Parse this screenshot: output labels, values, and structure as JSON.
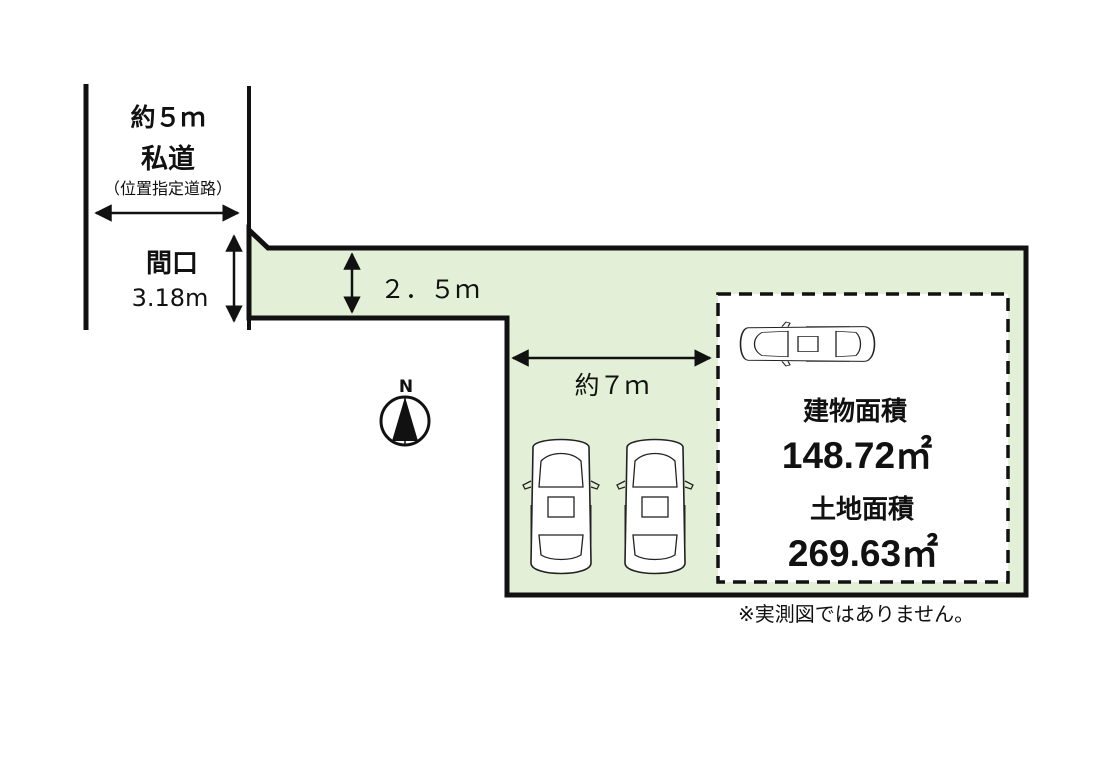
{
  "road": {
    "width": "約５ｍ",
    "name": "私道",
    "type": "（位置指定道路）"
  },
  "frontage": {
    "label": "間口",
    "value": "3.18m"
  },
  "passage_width": "２．５ｍ",
  "parking_depth": "約７ｍ",
  "compass_letter": "N",
  "building_area": {
    "label": "建物面積",
    "value": "148.72㎡"
  },
  "land_area": {
    "label": "土地面積",
    "value": "269.63㎡"
  },
  "note": "※実測図ではありません。",
  "colors": {
    "lot_fill": "#e3f0d7",
    "outline": "#111111"
  },
  "icons": [
    "car-icon",
    "car-icon",
    "car-icon",
    "compass-icon"
  ]
}
